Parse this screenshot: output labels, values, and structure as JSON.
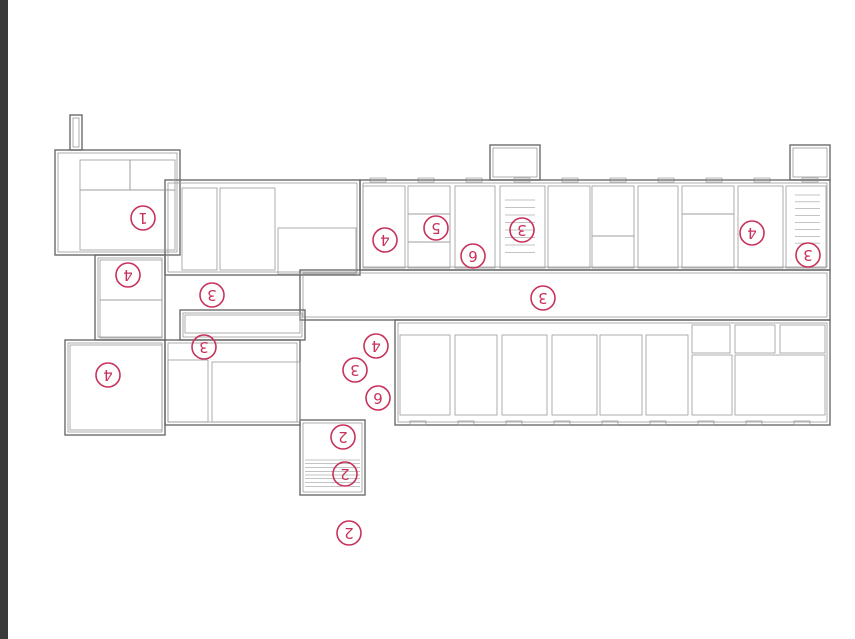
{
  "image": {
    "description_type": "floor-plan"
  },
  "markers": [
    {
      "label": "1"
    },
    {
      "label": "4"
    },
    {
      "label": "3"
    },
    {
      "label": "3"
    },
    {
      "label": "4"
    },
    {
      "label": "4"
    },
    {
      "label": "5"
    },
    {
      "label": "6"
    },
    {
      "label": "3"
    },
    {
      "label": "4"
    },
    {
      "label": "3"
    },
    {
      "label": "3"
    },
    {
      "label": "4"
    },
    {
      "label": "3"
    },
    {
      "label": "6"
    },
    {
      "label": "2"
    },
    {
      "label": "2"
    },
    {
      "label": "2"
    }
  ],
  "colors": {
    "marker": "#c8325a",
    "wall": "#6b6b6b",
    "frame": "#3a3a3a"
  }
}
